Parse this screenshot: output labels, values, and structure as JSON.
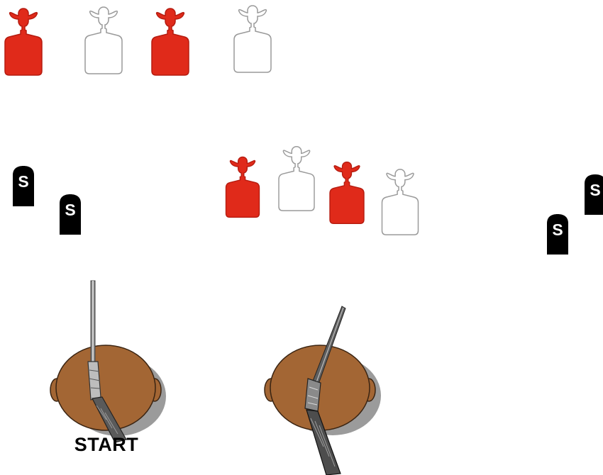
{
  "colors": {
    "target_red": "#e02a1a",
    "target_red_dark": "#b51c10",
    "target_white": "#ffffff",
    "target_outline": "#9a9a9a",
    "head": "#a36634",
    "head_outline": "#3a2412",
    "shadow": "#9b9b9b",
    "marker": "#000000",
    "marker_letter": "#ffffff"
  },
  "targets_top": [
    {
      "color": "red"
    },
    {
      "color": "white"
    },
    {
      "color": "red"
    },
    {
      "color": "white"
    }
  ],
  "targets_middle": [
    {
      "color": "red"
    },
    {
      "color": "white"
    },
    {
      "color": "red"
    },
    {
      "color": "white"
    }
  ],
  "shotgun_markers": [
    {
      "letter": "S"
    },
    {
      "letter": "S"
    },
    {
      "letter": "S"
    },
    {
      "letter": "S"
    }
  ],
  "shooters": [
    {
      "pose": "rifle-vertical",
      "icon": "shooter-with-rifle-icon"
    },
    {
      "pose": "shotgun-angled",
      "icon": "shooter-with-shotgun-icon"
    }
  ],
  "start_label": "START"
}
